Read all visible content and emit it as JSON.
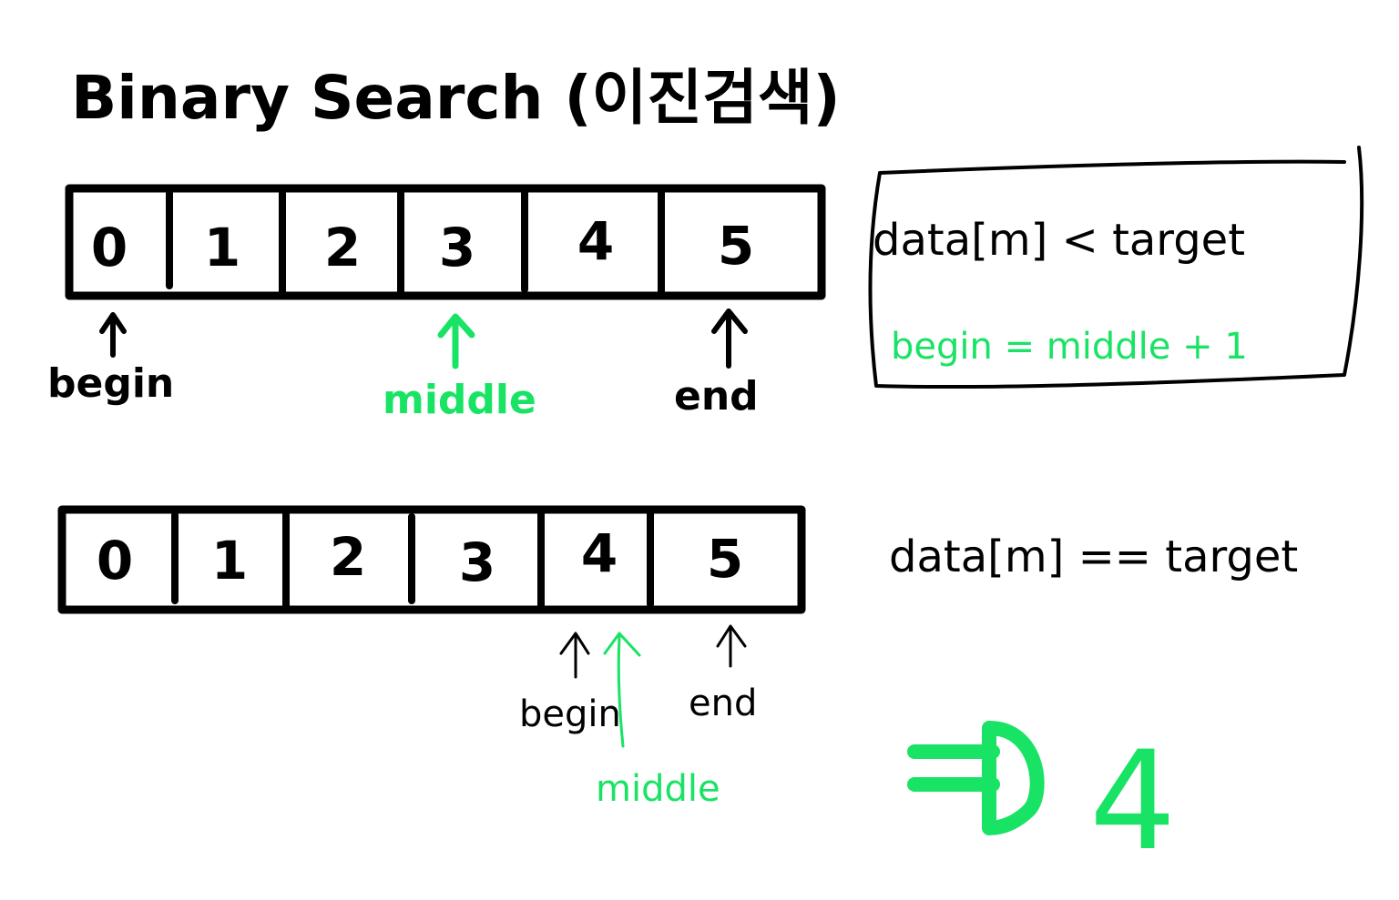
{
  "title": "Binary Search (이진검색)",
  "colors": {
    "ink": "#000000",
    "highlight": "#19e364"
  },
  "step1": {
    "cells": [
      "0",
      "1",
      "2",
      "3",
      "4",
      "5"
    ],
    "pointers": {
      "begin": "begin",
      "middle": "middle",
      "end": "end"
    },
    "condition": "data[m] < target",
    "update": "begin = middle + 1"
  },
  "step2": {
    "cells": [
      "0",
      "1",
      "2",
      "3",
      "4",
      "5"
    ],
    "pointers": {
      "begin": "begin",
      "middle": "middle",
      "end": "end"
    },
    "condition": "data[m] == target",
    "result_value": "4"
  }
}
